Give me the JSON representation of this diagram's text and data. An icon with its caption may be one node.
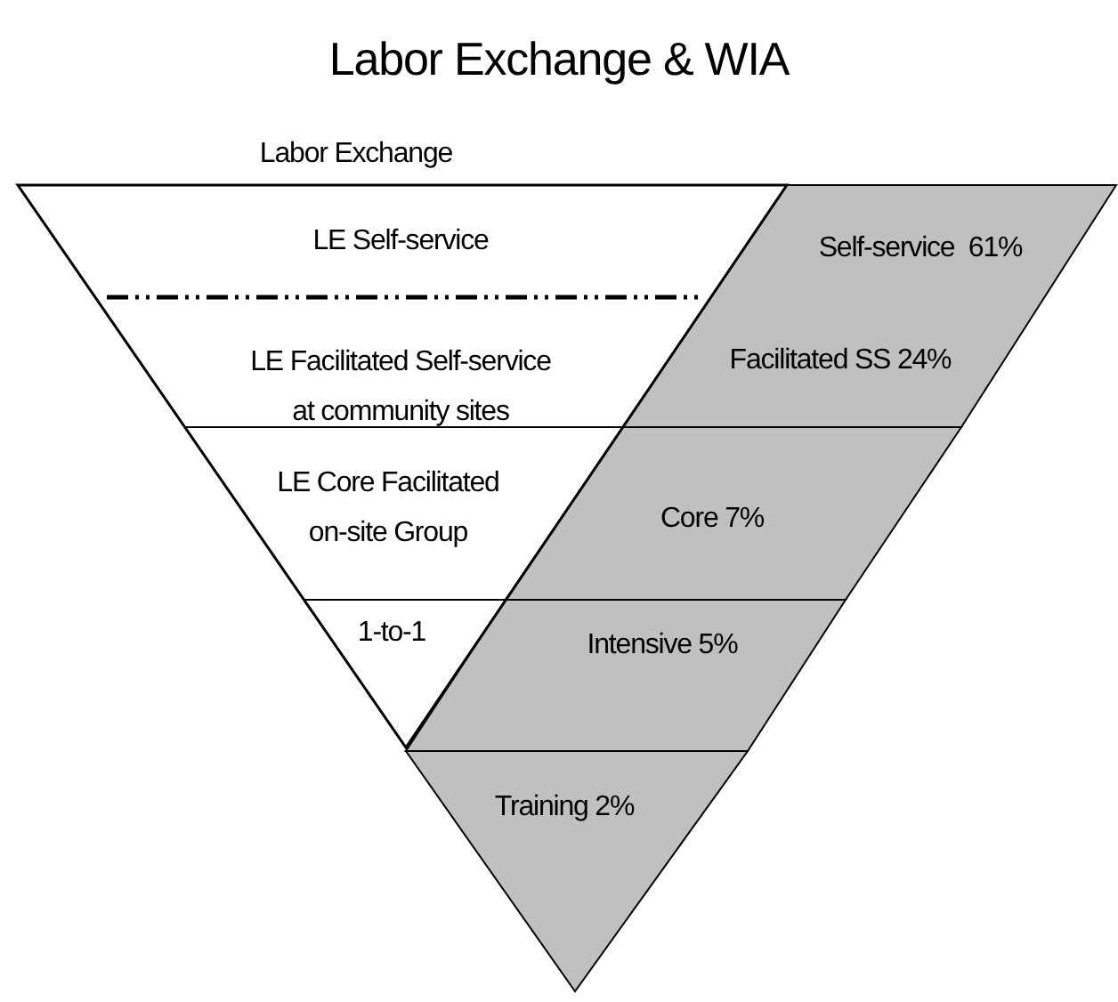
{
  "diagram": {
    "title": "Labor Exchange & WIA",
    "nodes": [
      {
        "text": [
          "Labor Exchange"
        ]
      },
      {
        "text": [
          "LE Self-service"
        ],
        "in": 0
      },
      {
        "text": [
          "LE Facilitated Self-service at community sites"
        ],
        "in": 0
      },
      {
        "text": [
          "LE Core Facilitated on-site Group"
        ],
        "in": 0
      },
      {
        "text": [
          "1-to-1"
        ],
        "in": 0
      },
      {
        "text": [
          "Self-service  61%",
          "Facilitated SS 24%"
        ]
      },
      {
        "text": [
          "Core 7%"
        ]
      },
      {
        "text": [
          "Intensive 5%"
        ]
      },
      {
        "text": [
          "Training 2%"
        ]
      }
    ]
  }
}
